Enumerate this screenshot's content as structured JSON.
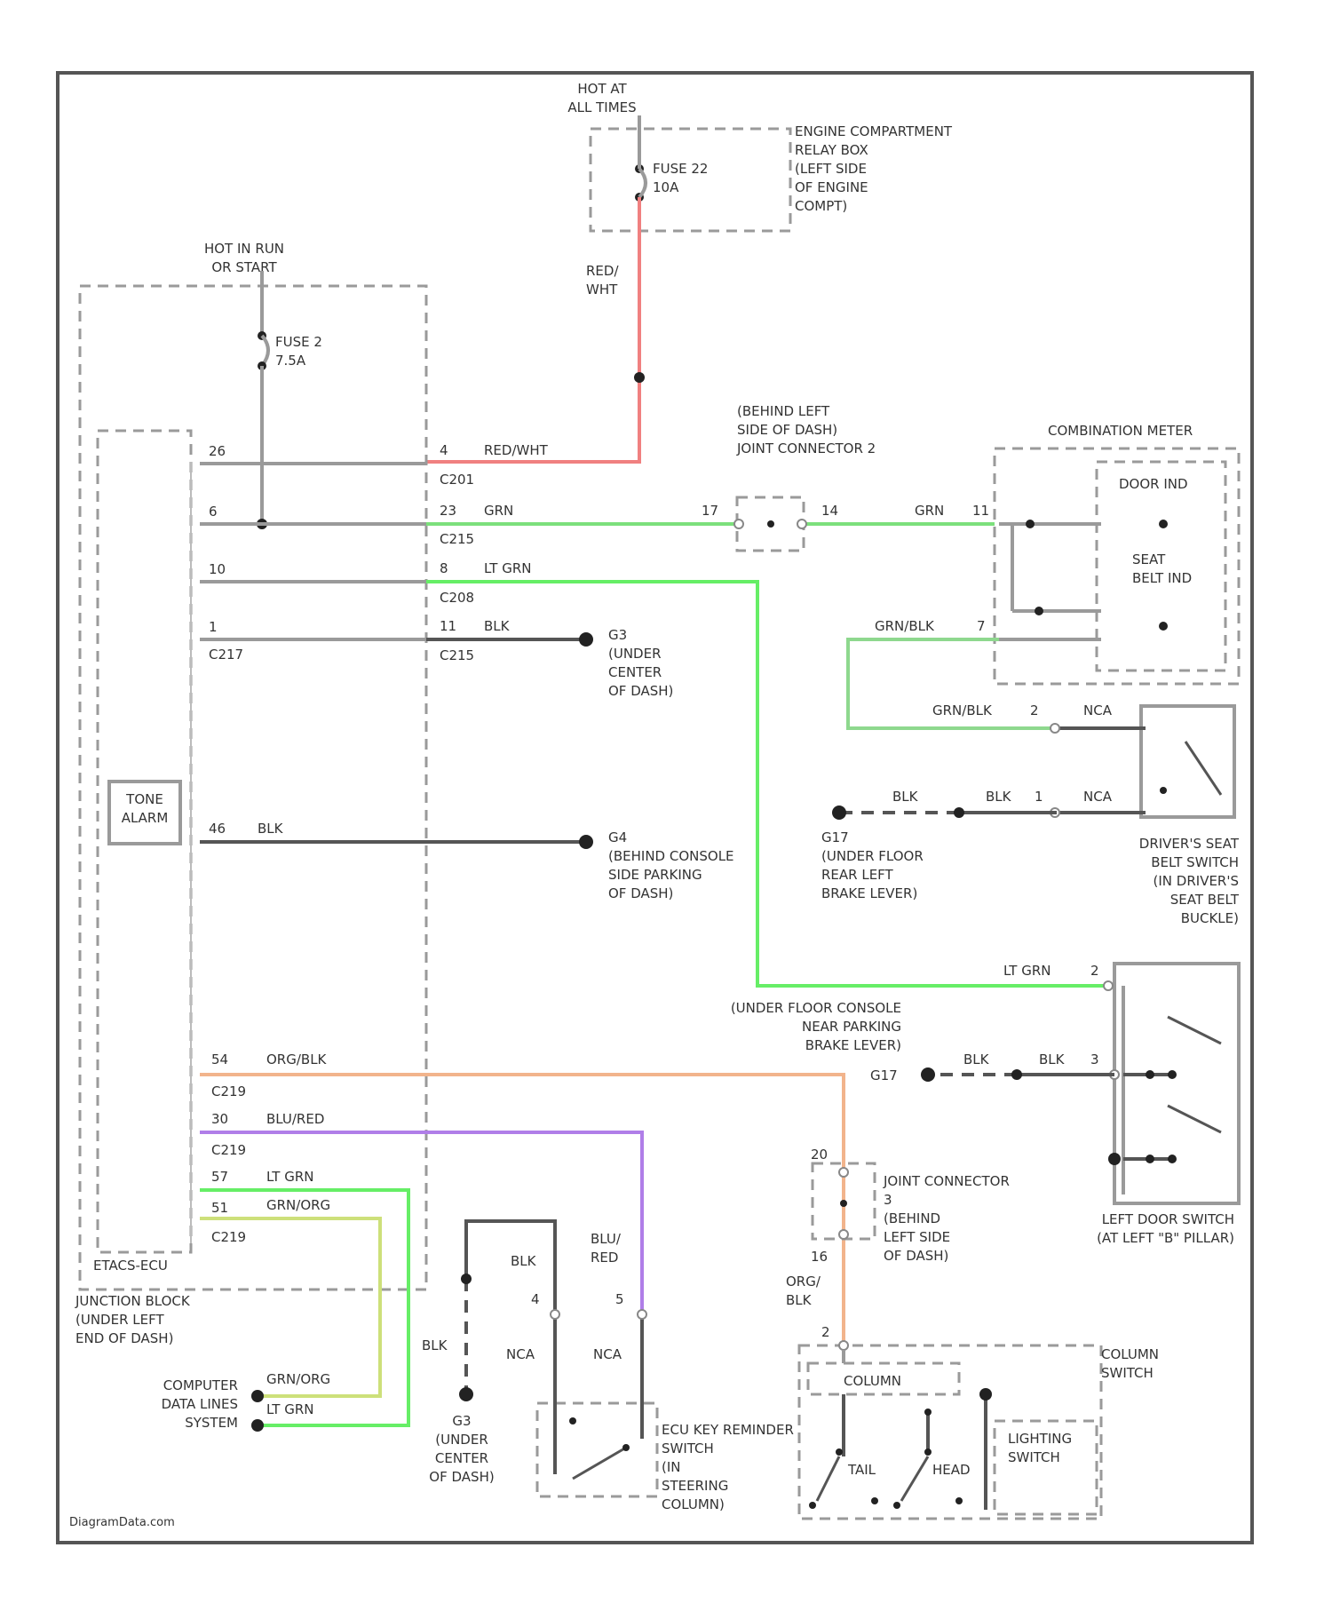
{
  "page": {
    "watermark": "DiagramData.com"
  },
  "colors": {
    "frame": "#555555",
    "box": "#9a9a9a",
    "gray_wire": "#9a9a9a",
    "red_wht": "#f08080",
    "grn": "#7ce07c",
    "lt_grn": "#66ee66",
    "blk": "#555555",
    "org_blk": "#f2b48c",
    "blu_red": "#b07ee8",
    "grn_blk": "#8ed88e",
    "org_org": "#cde07a"
  },
  "engine_relay_box": {
    "hot_label": "HOT AT\nALL TIMES",
    "fuse": "FUSE 22\n10A",
    "name": "ENGINE COMPARTMENT\nRELAY BOX\n(LEFT SIDE\nOF ENGINE\nCOMPT)",
    "wire_label": "RED/\nWHT"
  },
  "junction_block": {
    "hot_label": "HOT IN RUN\nOR START",
    "fuse": "FUSE 2\n7.5A",
    "name": "JUNCTION BLOCK\n(UNDER LEFT\nEND OF DASH)"
  },
  "etacs": {
    "name": "ETACS-ECU",
    "tone": "TONE\nALARM"
  },
  "etacs_pins": [
    {
      "pin": "26",
      "connector": ""
    },
    {
      "pin": "6",
      "connector": ""
    },
    {
      "pin": "10",
      "connector": ""
    },
    {
      "pin": "1",
      "connector": "C217"
    },
    {
      "pin": "46",
      "connector": ""
    },
    {
      "pin": "54",
      "connector": "C219"
    },
    {
      "pin": "30",
      "connector": "C219"
    },
    {
      "pin": "57",
      "connector": ""
    },
    {
      "pin": "51",
      "connector": "C219"
    }
  ],
  "jb_pins": [
    {
      "pin": "4",
      "wire": "RED/WHT",
      "connector": "C201"
    },
    {
      "pin": "23",
      "wire": "GRN",
      "connector": "C215"
    },
    {
      "pin": "8",
      "wire": "LT GRN",
      "connector": "C208"
    },
    {
      "pin": "11",
      "wire": "BLK",
      "connector": "C215"
    }
  ],
  "ground_blocks": {
    "g3": "G3\n(UNDER\nCENTER\nOF DASH)",
    "g4": "G4\n(BEHIND CONSOLE\nSIDE PARKING\nOF DASH)",
    "g3_bottom": "G3\n(UNDER\nCENTER\nOF DASH)",
    "g17": "G17\n(UNDER FLOOR\nREAR LEFT\nBRAKE LEVER)",
    "g46_wire": "BLK"
  },
  "joint_connector_2": {
    "label": "(BEHIND LEFT\nSIDE OF DASH)\nJOINT CONNECTOR 2",
    "pin_in": "17",
    "pin_out": "14"
  },
  "combination_meter": {
    "name": "COMBINATION METER",
    "door_ind": "DOOR IND",
    "seat_belt_ind": "SEAT\nBELT IND",
    "pin_11": "11",
    "pin_7": "7",
    "wire_grn": "GRN",
    "wire_grn_blk": "GRN/BLK"
  },
  "driver_seat_belt_switch": {
    "name": "DRIVER'S SEAT\nBELT SWITCH\n(IN DRIVER'S\nSEAT BELT\nBUCKLE)",
    "pin_2": "2",
    "pin_1": "1",
    "nca": "NCA",
    "wire_grn_blk": "GRN/BLK",
    "wire_blk": "BLK"
  },
  "left_door_switch": {
    "name": "LEFT DOOR SWITCH\n(AT LEFT \"B\" PILLAR)",
    "pin_2": "2",
    "pin_3": "3",
    "wire_lt_grn": "LT GRN",
    "wire_blk": "BLK",
    "g17_label": "G17",
    "parking_label": "(UNDER FLOOR CONSOLE\nNEAR PARKING\nBRAKE LEVER)"
  },
  "joint_connector_3": {
    "label": "JOINT CONNECTOR\n3\n(BEHIND\nLEFT SIDE\nOF DASH)",
    "pin_top": "20",
    "pin_bottom": "16",
    "wire": "ORG/\nBLK"
  },
  "column_switch": {
    "name": "COLUMN\nSWITCH",
    "column": "COLUMN",
    "tail": "TAIL",
    "head": "HEAD",
    "lighting": "LIGHTING\nSWITCH",
    "pin_2": "2"
  },
  "key_reminder": {
    "name": "ECU KEY REMINDER\nSWITCH\n(IN\nSTEERING\nCOLUMN)",
    "pin_4": "4",
    "pin_5": "5",
    "nca_a": "NCA",
    "nca_b": "NCA",
    "wire_blk": "BLK",
    "wire_blu_red": "BLU/\nRED",
    "wire_blk2": "BLK"
  },
  "data_lines": {
    "name": "COMPUTER\nDATA LINES\nSYSTEM",
    "wire_org": "GRN/ORG",
    "wire_lt_grn": "LT GRN"
  },
  "etacs_wires": {
    "org_blk": "ORG/BLK",
    "blu_red": "BLU/RED",
    "lt_grn": "LT GRN",
    "grn_org": "GRN/ORG",
    "blk46": "BLK"
  }
}
